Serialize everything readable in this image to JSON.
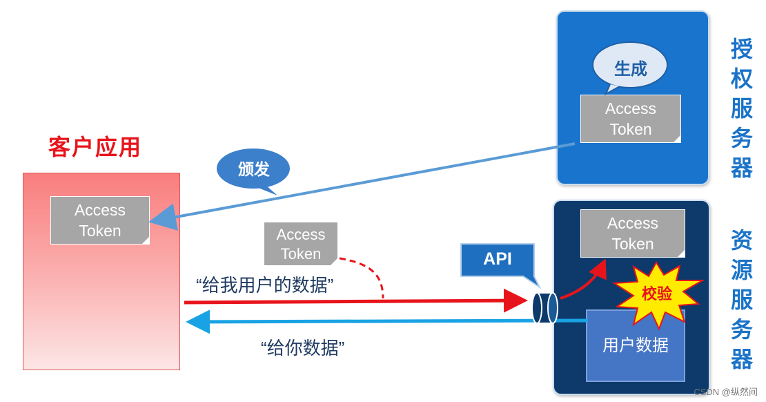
{
  "client": {
    "title": "客户应用",
    "token_line1": "Access",
    "token_line2": "Token"
  },
  "auth_server": {
    "title": "授权服务器",
    "bubble": "生成",
    "token_line1": "Access",
    "token_line2": "Token"
  },
  "resource_server": {
    "title": "资源服务器",
    "token_line1": "Access",
    "token_line2": "Token",
    "verify": "校验",
    "user_data": "用户数据"
  },
  "issue_bubble": "颁发",
  "request": {
    "message": "“给我用户的数据”",
    "token_line1": "Access",
    "token_line2": "Token"
  },
  "response_message": "“给你数据”",
  "api_label": "API",
  "footer": "CSDN @纵然间",
  "colors": {
    "request_arrow": "#e8141b",
    "response_arrow": "#1aa3e4",
    "issue_arrow": "#5b9bd5",
    "bubble": "#3c7fca"
  }
}
